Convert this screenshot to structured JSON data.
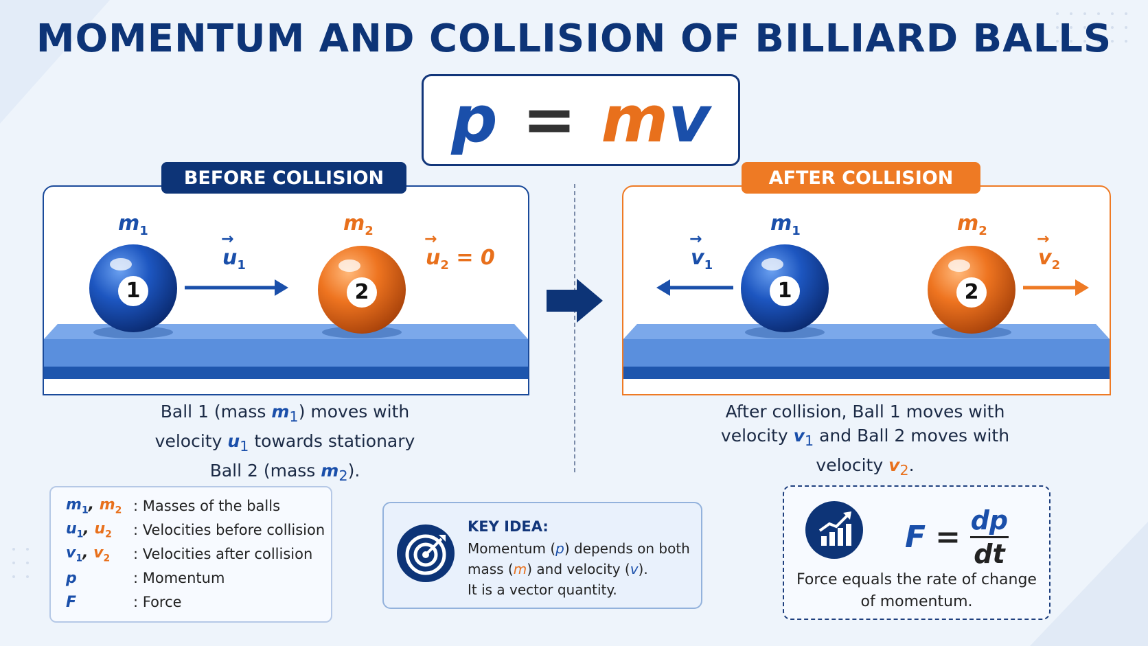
{
  "title": "MOMENTUM AND COLLISION OF BILLIARD BALLS",
  "formula": {
    "p": "p",
    "eq": "=",
    "m": "m",
    "v": "v"
  },
  "before": {
    "label": "BEFORE COLLISION",
    "m1": "m",
    "m1_sub": "1",
    "m2": "m",
    "m2_sub": "2",
    "u1": "u",
    "u1_sub": "1",
    "u2": "u",
    "u2_sub": "2",
    "u2_val": "= 0",
    "ball1": "1",
    "ball2": "2",
    "caption": {
      "l1a": "Ball 1 (mass ",
      "l1b": "m",
      "l1c": "1",
      "l1d": ") moves with",
      "l2a": "velocity ",
      "l2b": "u",
      "l2c": "1",
      "l2d": " towards stationary",
      "l3a": "Ball 2 (mass ",
      "l3b": "m",
      "l3c": "2",
      "l3d": ")."
    }
  },
  "after": {
    "label": "AFTER COLLISION",
    "m1": "m",
    "m1_sub": "1",
    "m2": "m",
    "m2_sub": "2",
    "v1": "v",
    "v1_sub": "1",
    "v2": "v",
    "v2_sub": "2",
    "ball1": "1",
    "ball2": "2",
    "caption": {
      "l1": "After collision, Ball 1 moves with",
      "l2a": "velocity ",
      "l2b": "v",
      "l2c": "1",
      "l2d": " and Ball 2 moves with",
      "l3a": "velocity ",
      "l3b": "v",
      "l3c": "2",
      "l3d": "."
    }
  },
  "legend": [
    {
      "s1": "m",
      "s1sub": "1",
      "sep": ", ",
      "s2": "m",
      "s2sub": "2",
      "desc": ": Masses of the balls"
    },
    {
      "s1": "u",
      "s1sub": "1",
      "sep": ", ",
      "s2": "u",
      "s2sub": "2",
      "desc": ": Velocities before collision"
    },
    {
      "s1": "v",
      "s1sub": "1",
      "sep": ", ",
      "s2": "v",
      "s2sub": "2",
      "desc": ": Velocities after collision"
    },
    {
      "s1": "p",
      "desc": ": Momentum"
    },
    {
      "s1": "F",
      "desc": ": Force"
    }
  ],
  "key_idea": {
    "title": "KEY IDEA:",
    "l1a": "Momentum (",
    "l1b": "p",
    "l1c": ") depends on both",
    "l2a": "mass (",
    "l2b": "m",
    "l2c": ") and velocity (",
    "l2d": "v",
    "l2e": ").",
    "l3": "It is a vector quantity.",
    "icon": "target-icon"
  },
  "force": {
    "F": "F",
    "eq": "=",
    "num": "dp",
    "den": "dt",
    "cap1": "Force equals the rate of change",
    "cap2": "of momentum.",
    "icon": "chart-growth-icon"
  },
  "colors": {
    "navy": "#0d3477",
    "blue": "#1a4faa",
    "orange": "#e8701c",
    "table": "#4f86d6"
  }
}
